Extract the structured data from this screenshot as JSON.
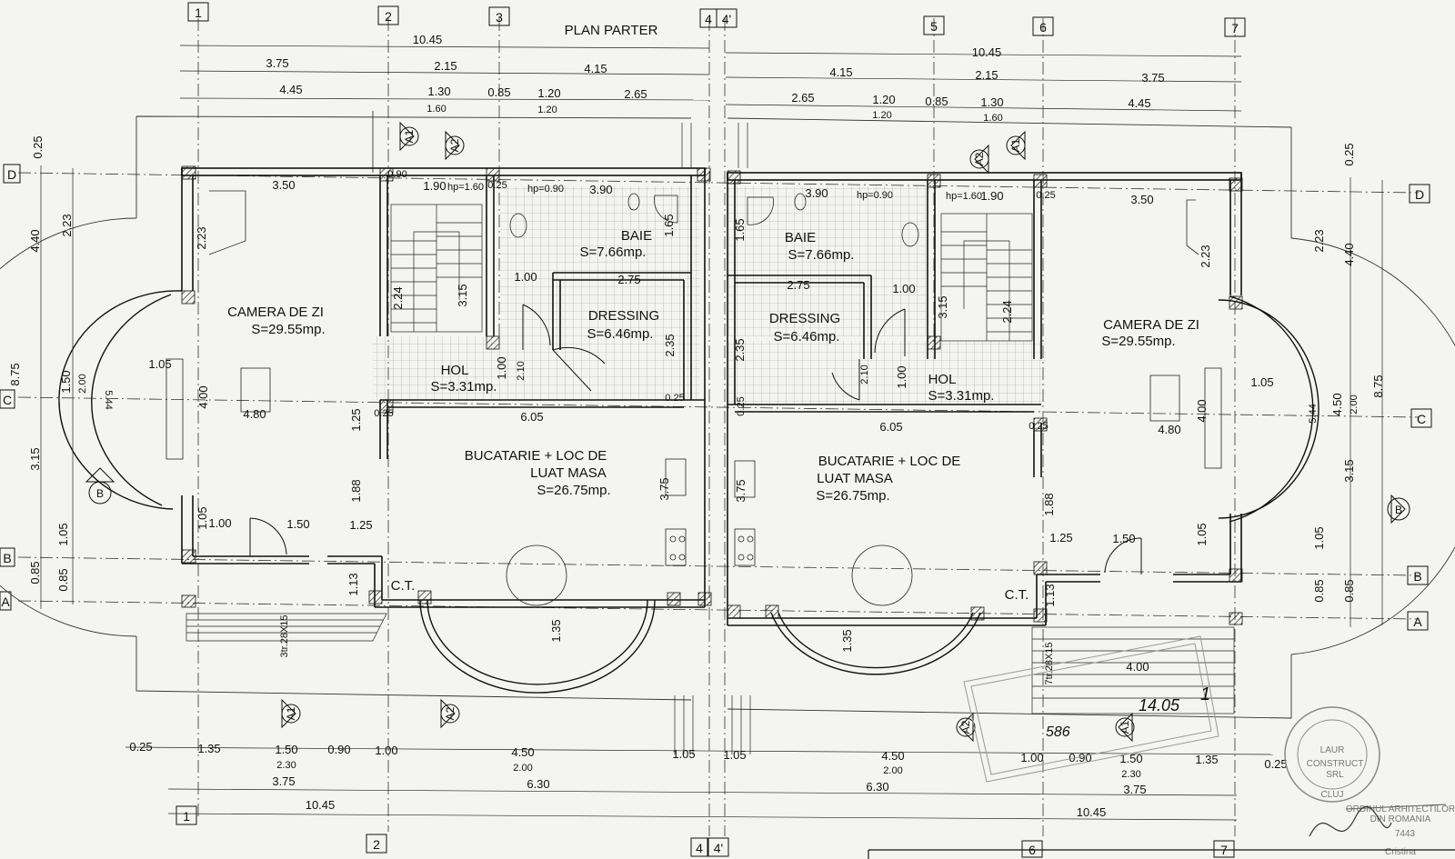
{
  "title": "PLAN PARTER",
  "grid": {
    "cols": [
      "1",
      "2",
      "3",
      "4",
      "4'",
      "5",
      "6",
      "7"
    ],
    "rows": [
      "D",
      "C",
      "B",
      "A"
    ]
  },
  "dims": {
    "top_overall_left": "10.45",
    "top_overall_right": "10.45",
    "top_row2": [
      "3.75",
      "2.15",
      "4.15",
      "4.15",
      "2.15",
      "3.75"
    ],
    "top_row3_left": [
      "4.45",
      "1.30",
      "0.85",
      "1.20",
      "2.65"
    ],
    "top_row3_left_sub": [
      "1.60",
      "1.20"
    ],
    "top_row3_right": [
      "2.65",
      "1.20",
      "0.85",
      "1.30",
      "4.45"
    ],
    "top_row3_right_sub": [
      "1.20",
      "1.60"
    ],
    "left_side": [
      "0.25",
      "4.40",
      "2.23",
      "8.75",
      "3.15",
      "1.05",
      "0.85",
      "0.85"
    ],
    "right_side": [
      "0.25",
      "2.23",
      "4.40",
      "8.75",
      "3.15",
      "1.05",
      "0.85",
      "0.85"
    ],
    "inner_left": [
      "3.50",
      "1.90",
      "hp=1.60",
      "0.25",
      "hp=0.90",
      "3.90",
      "1.65",
      "2.23",
      "2.24",
      "3.15",
      "1.00",
      "2.75",
      "2.35",
      "1.00",
      "2.10",
      "1.05",
      "4.00",
      "4.80",
      "1.25",
      "0.25",
      "6.05",
      "1.50",
      "2.00",
      "5.44",
      "3.75",
      "1.88",
      "1.05",
      "1.00",
      "1.50",
      "1.25",
      "1.13",
      "1.35",
      "0.25",
      "0.90"
    ],
    "inner_right": [
      "3.90",
      "hp=0.90",
      "1.90",
      "hp=1.60",
      "0.25",
      "3.50",
      "1.65",
      "2.23",
      "2.24",
      "3.15",
      "2.75",
      "1.00",
      "2.35",
      "1.00",
      "2.10",
      "1.05",
      "4.00",
      "4.80",
      "0.25",
      "6.05",
      "4.50",
      "2.00",
      "5.44",
      "3.75",
      "1.88",
      "1.25",
      "1.50",
      "1.05",
      "1.13",
      "1.35",
      "4.00",
      "0.25"
    ],
    "bottom_row1": [
      "0.25",
      "1.35",
      "1.50",
      "0.90",
      "1.00",
      "4.50",
      "1.05",
      "1.05",
      "4.50",
      "1.00",
      "0.90",
      "1.50",
      "1.35",
      "0.25"
    ],
    "bottom_row1_sub": [
      "2.30",
      "2.00",
      "2.00",
      "2.30"
    ],
    "bottom_row2": [
      "3.75",
      "6.30",
      "6.30",
      "3.75"
    ],
    "bottom_row3": [
      "10.45",
      "10.45"
    ]
  },
  "rooms_left": [
    {
      "name": "CAMERA DE ZI",
      "area": "S=29.55mp."
    },
    {
      "name": "BAIE",
      "area": "S=7.66mp."
    },
    {
      "name": "DRESSING",
      "area": "S=6.46mp."
    },
    {
      "name": "HOL",
      "area": "S=3.31mp."
    },
    {
      "name": "BUCATARIE + LOC DE",
      "name2": "LUAT MASA",
      "area": "S=26.75mp."
    },
    {
      "name": "C.T."
    }
  ],
  "rooms_right": [
    {
      "name": "CAMERA DE ZI",
      "area": "S=29.55mp."
    },
    {
      "name": "BAIE",
      "area": "S=7.66mp."
    },
    {
      "name": "DRESSING",
      "area": "S=6.46mp."
    },
    {
      "name": "HOL",
      "area": "S=3.31mp."
    },
    {
      "name": "BUCATARIE + LOC DE",
      "name2": "LUAT MASA",
      "area": "S=26.75mp."
    },
    {
      "name": "C.T."
    }
  ],
  "stairs": [
    "3tr.28X15",
    "7tr.28X15"
  ],
  "sections": [
    "A1",
    "A2",
    "A2",
    "A1",
    "B",
    "B",
    "A1",
    "A2",
    "A2",
    "A1"
  ],
  "stamps": {
    "laur": "LAUR",
    "laur_sub": "CONSTRUCT",
    "laur_srl": "SRL",
    "laur_city": "CLUJ",
    "order": [
      "ORDINUL ARHITECTILOR",
      "DIN ROMANIA"
    ],
    "order_no": "7443",
    "architect": "Cristina",
    "handwritten": [
      "586",
      "14.05",
      "1"
    ]
  },
  "colors": {
    "line": "#1a1a1a",
    "paper": "#f4f4f2",
    "hatch": "#8a8a8a",
    "stamp": "#8a8a8a"
  }
}
